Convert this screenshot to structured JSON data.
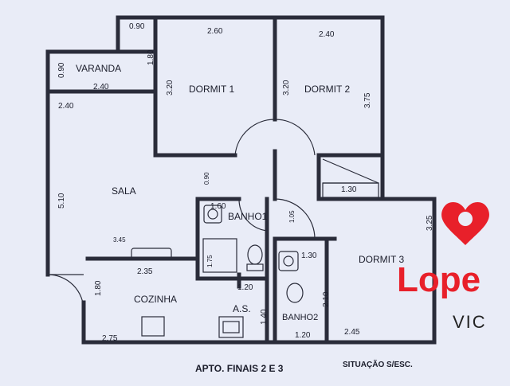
{
  "rooms": {
    "varanda": "VARANDA",
    "dormit1": "DORMIT 1",
    "dormit2": "DORMIT 2",
    "dormit3": "DORMIT 3",
    "sala": "SALA",
    "banho1": "BANHO1",
    "banho2": "BANHO2",
    "cozinha": "COZINHA",
    "as": "A.S."
  },
  "dimensions": {
    "top_left": "0.90",
    "varanda_left": "0.90",
    "varanda_gap": "1.80",
    "varanda_width": "2.40",
    "sala_width": "2.40",
    "dormit1_width": "2.60",
    "dormit1_height": "3.20",
    "dormit2_width": "2.40",
    "dormit2_left": "3.20",
    "dormit2_height": "3.75",
    "sala_height": "5.10",
    "hall": "0.90",
    "closet": "1.30",
    "banho1_width": "1.60",
    "banho1_height": "1.75",
    "banho1_small": "1.05",
    "sala_lower": "3.45",
    "cozinha_top": "2.35",
    "cozinha_height": "1.80",
    "as_width": "1.20",
    "as_height": "1.40",
    "cozinha_width": "2.75",
    "banho2_top": "1.30",
    "banho2_height": "2.10",
    "banho2_width": "1.20",
    "dormit3_height": "3.25",
    "dormit3_width": "2.45"
  },
  "caption": "APTO. FINAIS 2 E 3",
  "note": "SITUAÇÃO S/ESC.",
  "logo": {
    "brand": "Lope",
    "sub": "VIC",
    "color": "#e8202a"
  }
}
